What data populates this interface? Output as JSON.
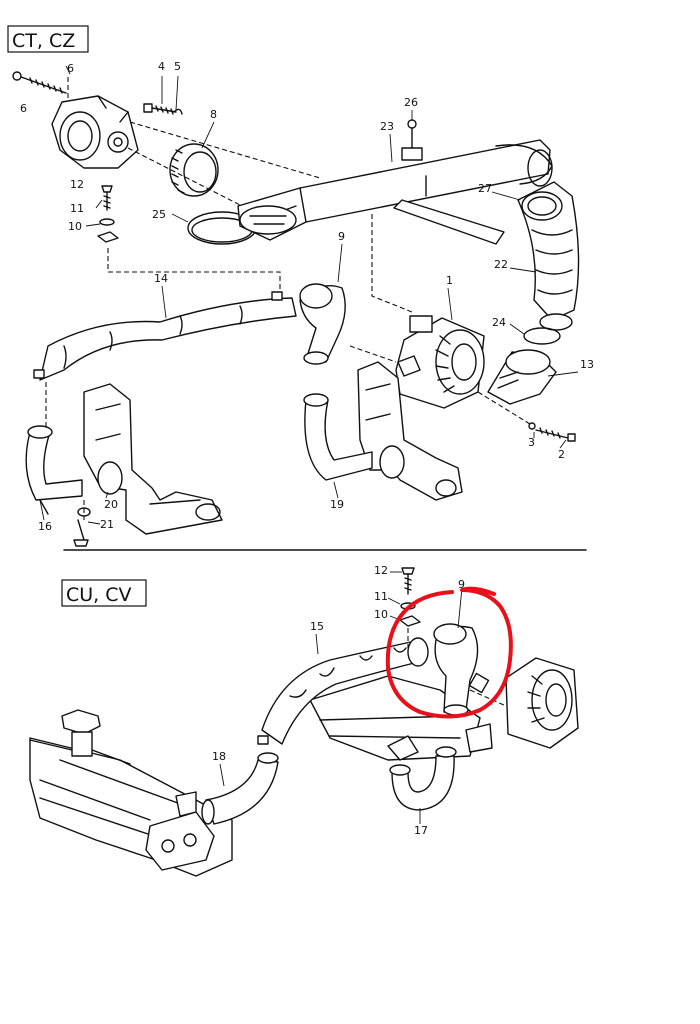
{
  "sections": {
    "top": "CT, CZ",
    "bottom": "CU, CV"
  },
  "highlight_color": "#e8101a",
  "callouts": {
    "top": [
      "6",
      "4",
      "5",
      "8",
      "26",
      "23",
      "12",
      "11",
      "10",
      "25",
      "9",
      "27",
      "22",
      "14",
      "1",
      "24",
      "13",
      "3",
      "2",
      "20",
      "21",
      "16",
      "19"
    ],
    "bottom": [
      "12",
      "9",
      "11",
      "10",
      "15",
      "18",
      "17"
    ]
  }
}
